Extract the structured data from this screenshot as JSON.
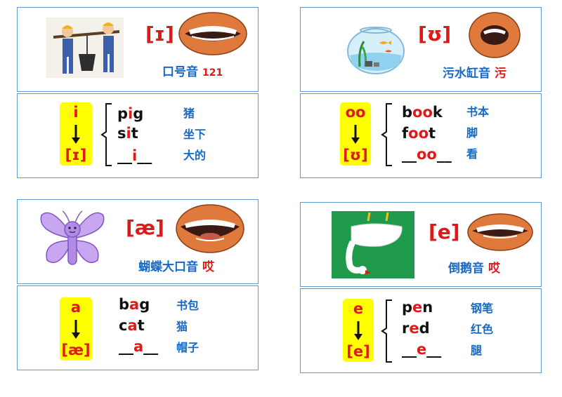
{
  "panels": [
    {
      "ipa": "[ɪ]",
      "mnemonic": "口号音",
      "hint": "121",
      "picture": "workers-carrying-pole",
      "letter": "i",
      "sound": "[ɪ]",
      "words": [
        {
          "pre": "p",
          "hl": "i",
          "post": "g"
        },
        {
          "pre": "s",
          "hl": "i",
          "post": "t"
        },
        {
          "pre": "__",
          "hl": "i",
          "post": "__"
        }
      ],
      "meanings": [
        "猪",
        "坐下",
        "大的"
      ]
    },
    {
      "ipa": "[ʊ]",
      "mnemonic": "污水缸音",
      "hint": "污",
      "picture": "fish-bowl",
      "letter": "oo",
      "sound": "[ʊ]",
      "words": [
        {
          "pre": "b",
          "hl": "oo",
          "post": "k"
        },
        {
          "pre": "f",
          "hl": "oo",
          "post": "t"
        },
        {
          "pre": "__",
          "hl": "oo",
          "post": "__"
        }
      ],
      "meanings": [
        "书本",
        "脚",
        "看"
      ]
    },
    {
      "ipa": "[æ]",
      "mnemonic": "蝴蝶大口音",
      "hint": "哎",
      "picture": "butterfly",
      "letter": "a",
      "sound": "[æ]",
      "words": [
        {
          "pre": "b",
          "hl": "a",
          "post": "g"
        },
        {
          "pre": "c",
          "hl": "a",
          "post": "t"
        },
        {
          "pre": "__",
          "hl": "a",
          "post": "__"
        }
      ],
      "meanings": [
        "书包",
        "猫",
        "帽子"
      ]
    },
    {
      "ipa": "[e]",
      "mnemonic": "倒鹅音",
      "hint": "哎",
      "picture": "upside-down-goose",
      "letter": "e",
      "sound": "[e]",
      "words": [
        {
          "pre": "p",
          "hl": "e",
          "post": "n"
        },
        {
          "pre": "r",
          "hl": "e",
          "post": "d"
        },
        {
          "pre": "__",
          "hl": "e",
          "post": "__"
        }
      ],
      "meanings": [
        "钢笔",
        "红色",
        "腿"
      ]
    }
  ],
  "colors": {
    "border": "#5b9bd5",
    "ipa": "#e01818",
    "chinese": "#1769c6",
    "highlight_box": "#ffff00",
    "lips": "#e07a3c"
  },
  "icons": [
    "mouth-icon",
    "down-arrow-icon",
    "brace-icon"
  ]
}
